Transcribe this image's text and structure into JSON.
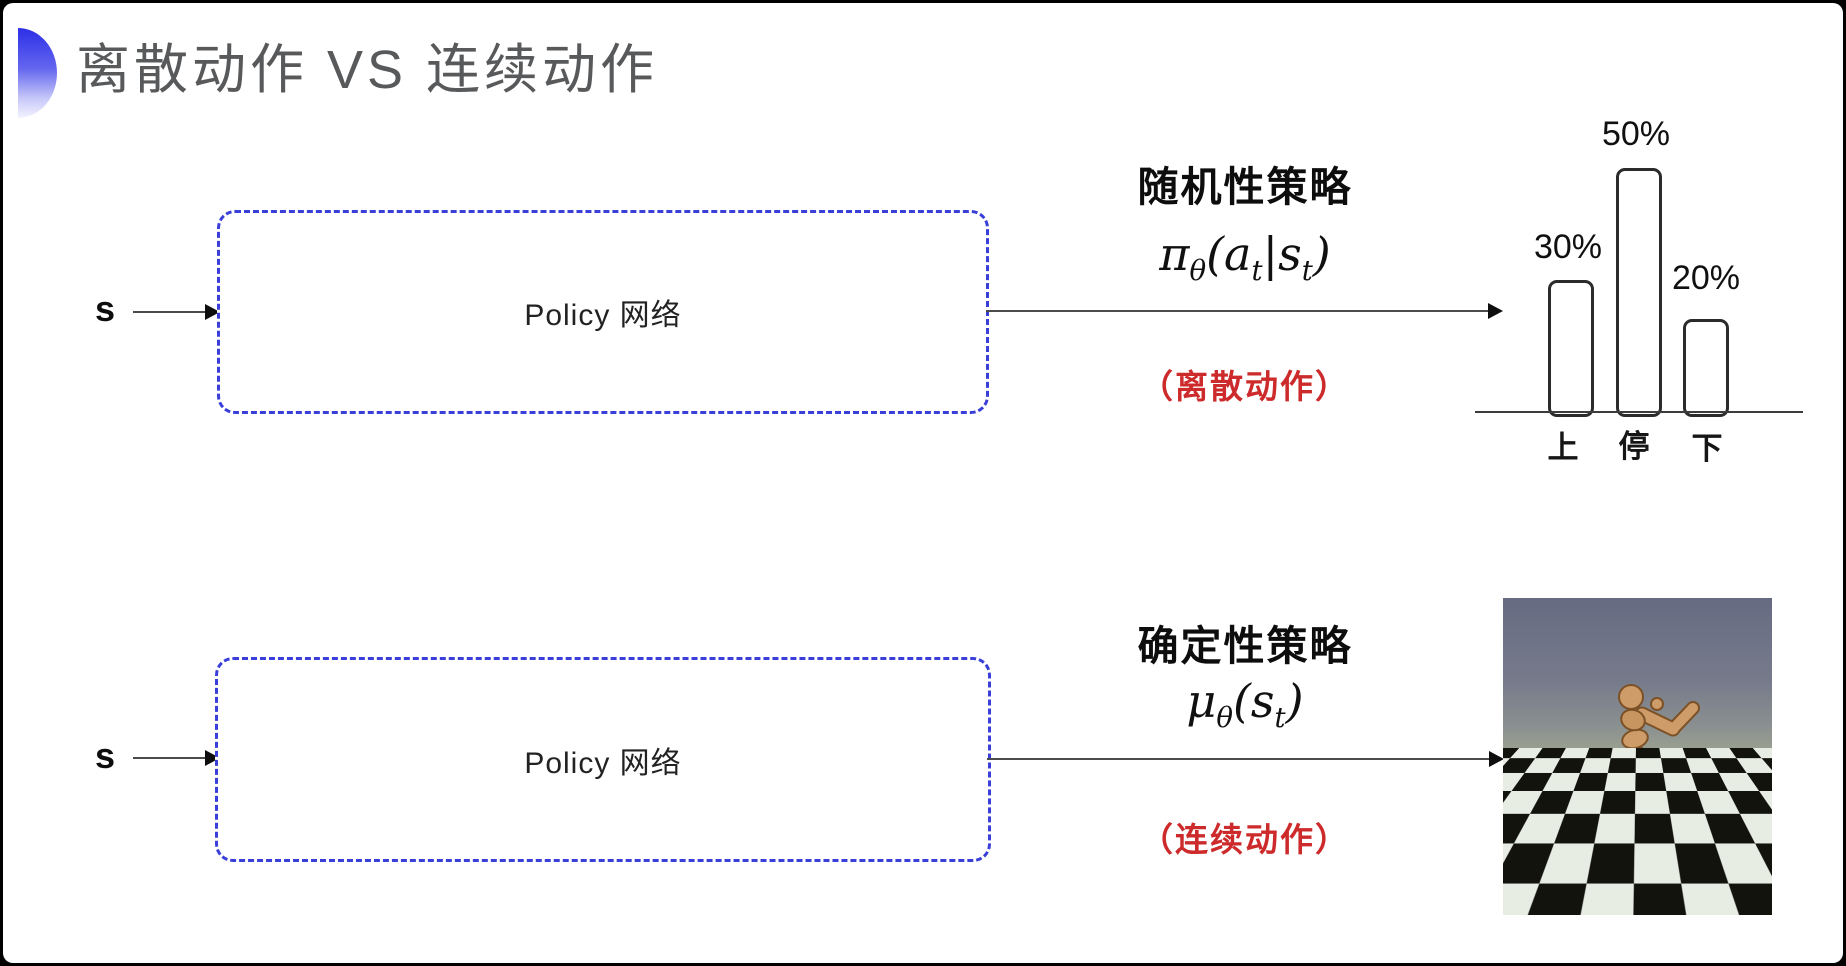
{
  "slide_title": "离散动作 VS 连续动作",
  "colors": {
    "accent_blue": "#3a3fd9",
    "note_red": "#cd2b2b",
    "title_gray": "#58595b"
  },
  "row1": {
    "input_label": "s",
    "box_label": "Policy 网络",
    "policy_title": "随机性策略",
    "formula_parts": [
      "π",
      "θ",
      "(a",
      "t",
      "|s",
      "t",
      ")"
    ],
    "note": "（离散动作）"
  },
  "row2": {
    "input_label": "s",
    "box_label": "Policy 网络",
    "policy_title": "确定性策略",
    "formula_parts": [
      "μ",
      "θ",
      "(s",
      "t",
      ")"
    ],
    "note": "（连续动作）"
  },
  "chart_data": {
    "type": "bar",
    "categories": [
      "上",
      "停",
      "下"
    ],
    "values": [
      30,
      50,
      20
    ],
    "value_labels": [
      "30%",
      "50%",
      "20%"
    ],
    "title": "",
    "xlabel": "",
    "ylabel": "",
    "ylim": [
      0,
      55
    ],
    "grid": false,
    "legend": false,
    "style": "outlined white bars with rounded corners over a single baseline, percentage labels above bars"
  }
}
